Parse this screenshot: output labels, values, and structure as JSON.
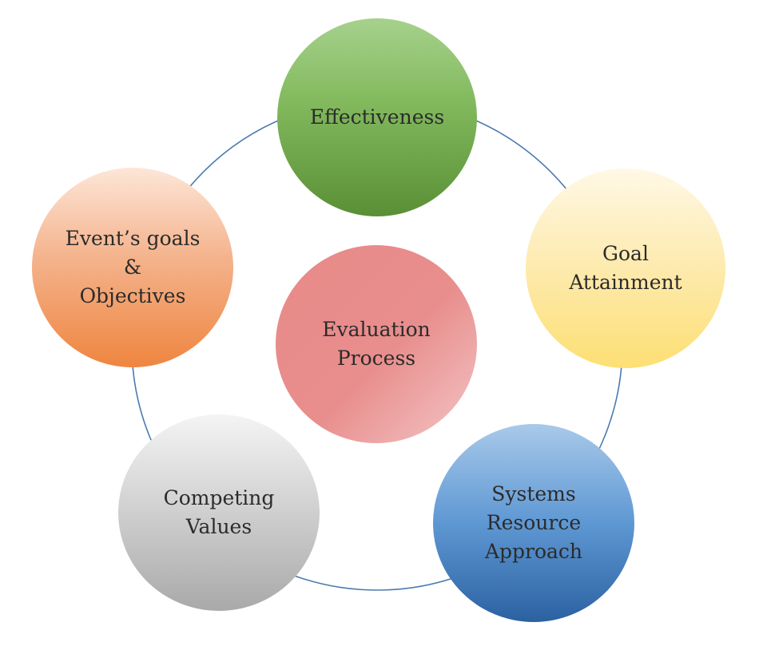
{
  "diagram": {
    "center": {
      "lines": [
        "Evaluation",
        "Process"
      ]
    },
    "nodes": [
      {
        "id": "effectiveness",
        "lines": [
          "Effectiveness"
        ]
      },
      {
        "id": "goal-attainment",
        "lines": [
          "Goal",
          "Attainment"
        ]
      },
      {
        "id": "systems-resource",
        "lines": [
          "Systems",
          "Resource",
          "Approach"
        ]
      },
      {
        "id": "competing-values",
        "lines": [
          "Competing",
          "Values"
        ]
      },
      {
        "id": "events-goals",
        "lines": [
          "Event’s goals",
          "&",
          "Objectives"
        ]
      }
    ],
    "colors": {
      "ring": "#4a7ab0",
      "effectiveness": "#6fa347",
      "goal_attainment": "#fde58e",
      "systems_resource": "#4a86c8",
      "competing_values": "#c4c4c4",
      "events_goals": "#f29a62",
      "center": "#e88a89",
      "text": "#2b2b2b"
    }
  }
}
